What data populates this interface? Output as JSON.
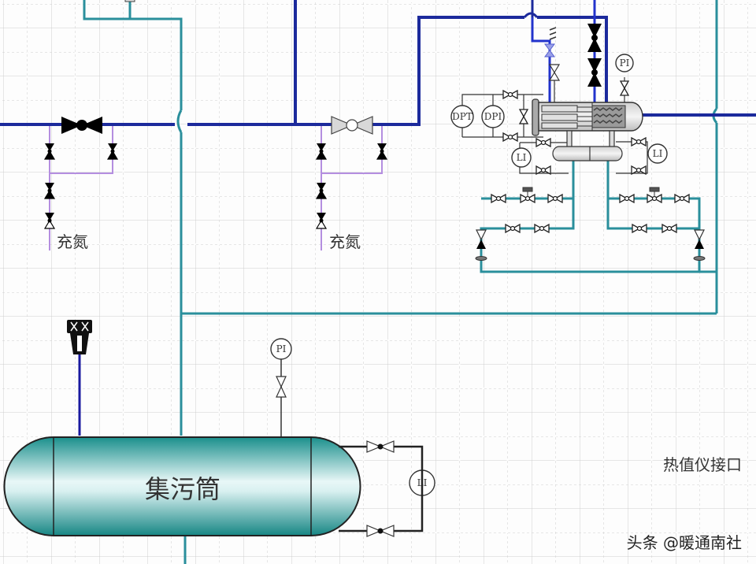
{
  "colors": {
    "main_pipe": "#1c2a9c",
    "main_pipe_bright": "#2233cc",
    "teal_pipe": "#2a8f9c",
    "nitrogen_line": "#b48ee0",
    "instrument_line": "#333333",
    "vessel_fill": "#1f9c9a",
    "grid": "#c8c8c8"
  },
  "labels": {
    "nitrogen_left": "充氮",
    "nitrogen_right": "充氮",
    "vessel": "集污筒",
    "heat_value_port": "热值仪接口",
    "watermark": "头条 @暖通南社"
  },
  "instruments": {
    "dpt": "DPT",
    "dpi": "DPI",
    "pi_top": "PI",
    "li_left": "LI",
    "li_right": "LI",
    "pi_vessel": "PI",
    "li_vessel": "LI"
  }
}
